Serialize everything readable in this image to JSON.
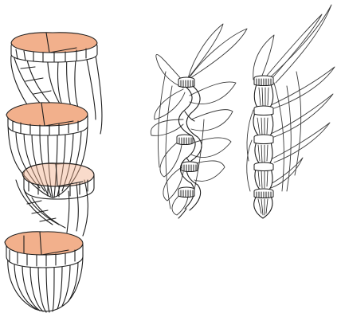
{
  "figure": {
    "panels": [
      {
        "id": "left",
        "description_name": "stacked-segment-structure-3d"
      },
      {
        "id": "middle",
        "description_name": "twisted-stem-with-leaves"
      },
      {
        "id": "right",
        "description_name": "straight-stem-with-leaves"
      }
    ],
    "colors": {
      "segment_top_fill": "#f2b08c",
      "stroke": "#1e1e1e",
      "leaf_stroke": "#3a3a3a",
      "background": "#ffffff"
    }
  }
}
